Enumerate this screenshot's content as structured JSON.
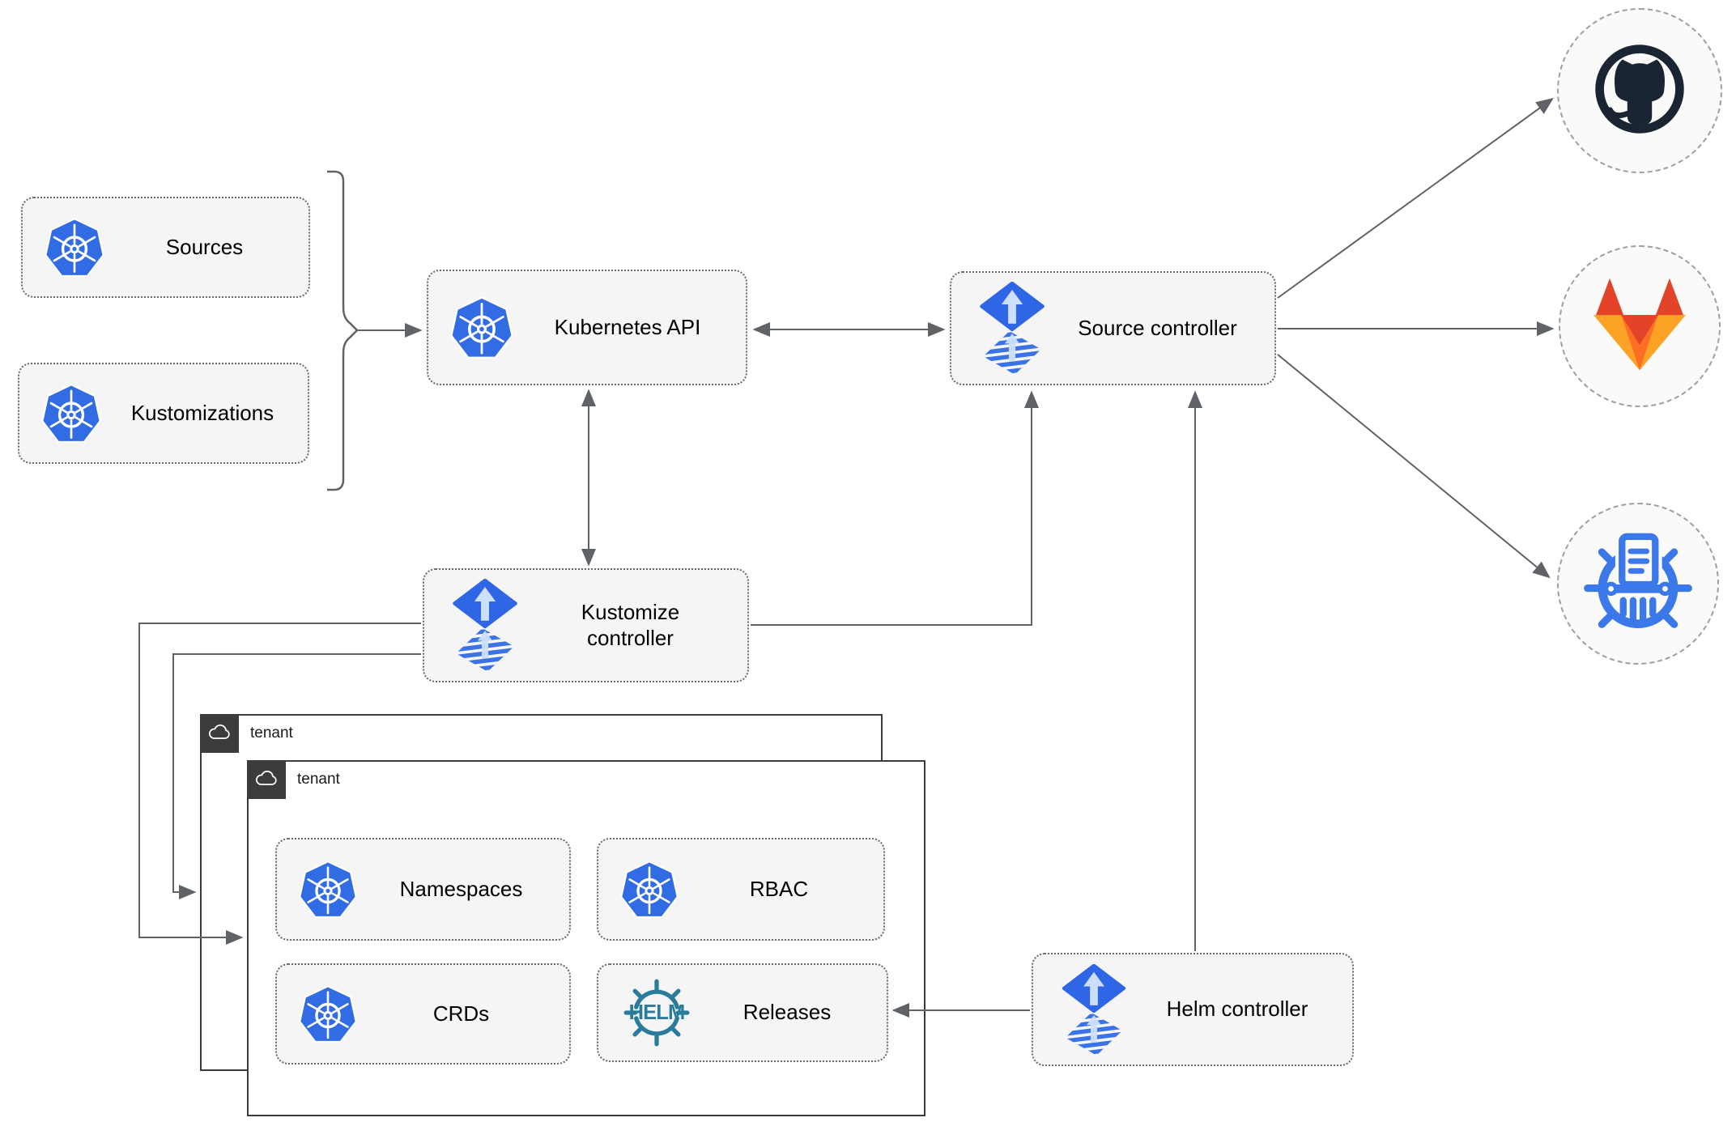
{
  "boxes": {
    "sources": {
      "label": "Sources",
      "icon": "kubernetes-icon"
    },
    "kustomizations": {
      "label": "Kustomizations",
      "icon": "kubernetes-icon"
    },
    "kubernetes_api": {
      "label": "Kubernetes API",
      "icon": "kubernetes-icon"
    },
    "source_controller": {
      "label": "Source controller",
      "icon": "flux-icon"
    },
    "kustomize_controller": {
      "label": "Kustomize controller",
      "icon": "flux-icon"
    },
    "helm_controller": {
      "label": "Helm controller",
      "icon": "flux-icon"
    },
    "namespaces": {
      "label": "Namespaces",
      "icon": "kubernetes-icon"
    },
    "rbac": {
      "label": "RBAC",
      "icon": "kubernetes-icon"
    },
    "crds": {
      "label": "CRDs",
      "icon": "kubernetes-icon"
    },
    "releases": {
      "label": "Releases",
      "icon": "helm-icon",
      "logo_text": "HELM"
    }
  },
  "tenants": {
    "outer": {
      "label": "tenant",
      "icon": "cloud-icon"
    },
    "inner": {
      "label": "tenant",
      "icon": "cloud-icon"
    }
  },
  "remotes": {
    "github": {
      "icon": "github-icon"
    },
    "gitlab": {
      "icon": "gitlab-icon"
    },
    "helm_repository": {
      "icon": "chartmuseum-icon"
    }
  },
  "colors": {
    "kubernetes_blue": "#326ce5",
    "flux_blue": "#2f66e5",
    "flux_light_arrow": "#cddffa",
    "helm_teal": "#2b7c9c",
    "chartmuseum_blue": "#3b78ea",
    "github_dark": "#1b2433",
    "gitlab_red": "#e24329",
    "gitlab_orange": "#fc6d26",
    "gitlab_yellow": "#fca326",
    "connector_gray": "#5f6368",
    "tenant_header_dark": "#3c3c3c",
    "box_fill": "#f5f5f5"
  }
}
